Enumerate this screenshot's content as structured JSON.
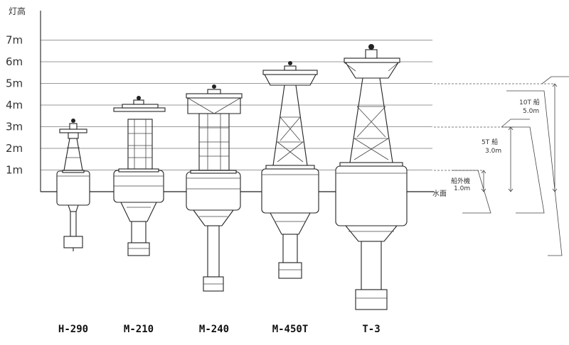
{
  "axis": {
    "title": "灯高",
    "ticks": [
      {
        "value": 1,
        "label": "1m"
      },
      {
        "value": 2,
        "label": "2m"
      },
      {
        "value": 3,
        "label": "3m"
      },
      {
        "value": 4,
        "label": "4m"
      },
      {
        "value": 5,
        "label": "5m"
      },
      {
        "value": 6,
        "label": "6m"
      },
      {
        "value": 7,
        "label": "7m"
      }
    ]
  },
  "water_surface_label": "水面",
  "buoys": [
    {
      "model": "H-290",
      "light_height_m": 3.3
    },
    {
      "model": "M-210",
      "light_height_m": 4.2
    },
    {
      "model": "M-240",
      "light_height_m": 4.8
    },
    {
      "model": "M-450T",
      "light_height_m": 5.8
    },
    {
      "model": "T-3",
      "light_height_m": 6.8
    }
  ],
  "boats": [
    {
      "name": "船外機",
      "height_label": "1.0m",
      "height_m": 1.0
    },
    {
      "name": "5T 船",
      "height_label": "3.0m",
      "height_m": 3.0
    },
    {
      "name": "10T 船",
      "height_label": "5.0m",
      "height_m": 5.0
    }
  ]
}
